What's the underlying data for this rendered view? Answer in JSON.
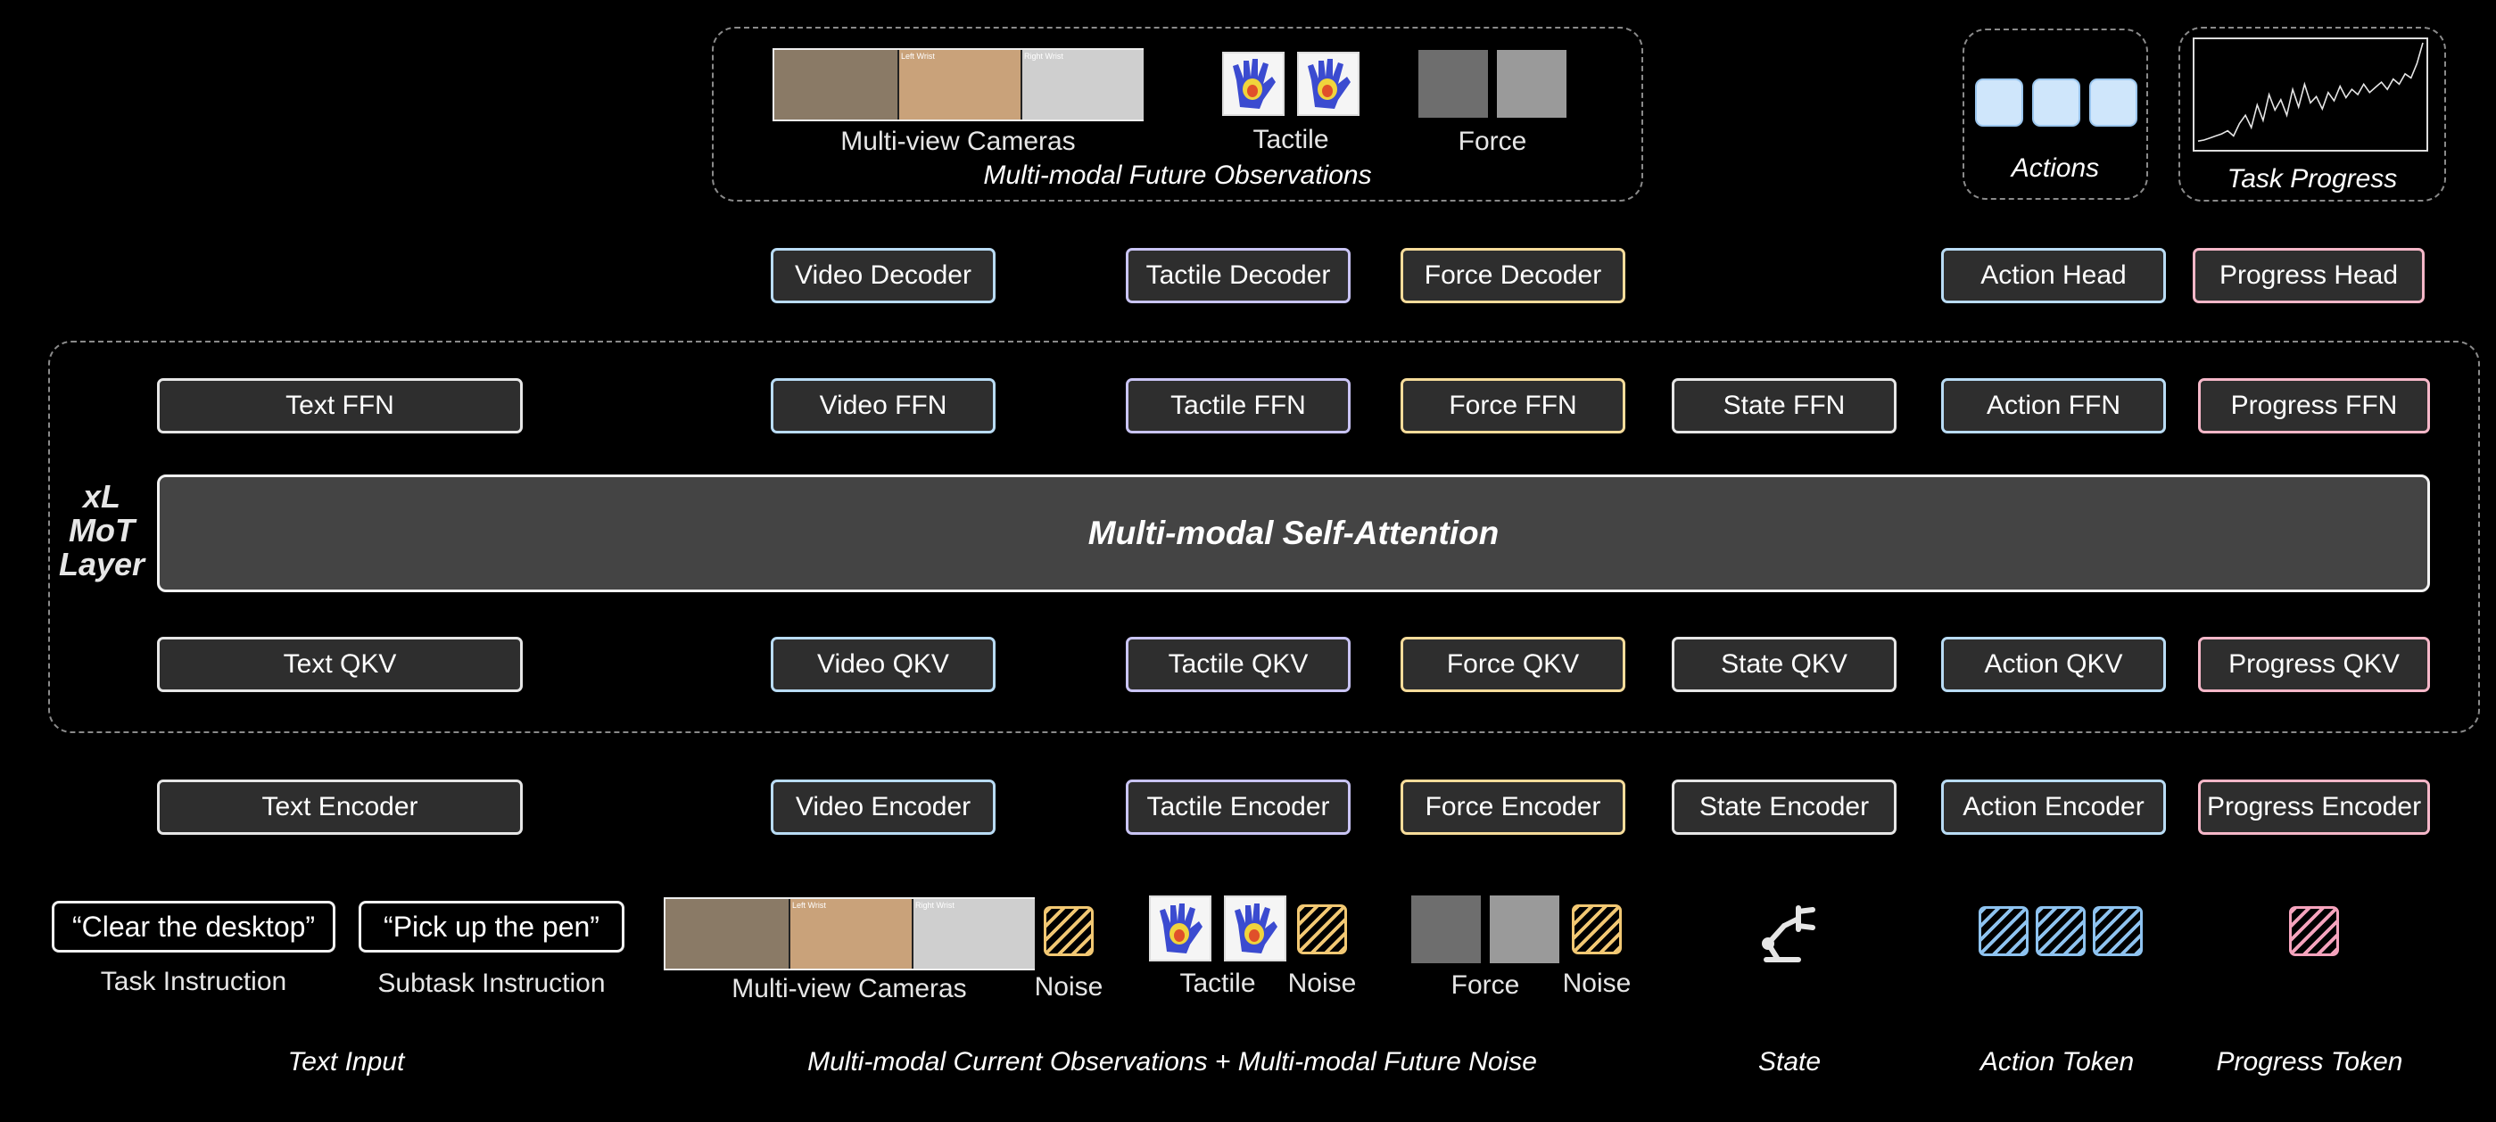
{
  "future_obs": {
    "cameras_label": "Multi-view Cameras",
    "tactile_label": "Tactile",
    "force_label": "Force",
    "caption": "Multi-modal Future Observations",
    "camera_views": [
      "Left Wrist",
      "Right Wrist"
    ]
  },
  "actions_caption": "Actions",
  "progress_caption": "Task Progress",
  "progress_curve": [
    0.05,
    0.06,
    0.08,
    0.1,
    0.12,
    0.15,
    0.1,
    0.22,
    0.3,
    0.18,
    0.4,
    0.25,
    0.5,
    0.35,
    0.45,
    0.3,
    0.55,
    0.38,
    0.6,
    0.42,
    0.48,
    0.36,
    0.52,
    0.44,
    0.58,
    0.47,
    0.55,
    0.5,
    0.6,
    0.52,
    0.57,
    0.62,
    0.55,
    0.65,
    0.6,
    0.7,
    0.66,
    0.8,
    1.0
  ],
  "decoders": {
    "video": "Video Decoder",
    "tactile": "Tactile Decoder",
    "force": "Force Decoder",
    "action": "Action Head",
    "progress": "Progress Head"
  },
  "ffn": {
    "text": "Text FFN",
    "video": "Video FFN",
    "tactile": "Tactile FFN",
    "force": "Force FFN",
    "state": "State FFN",
    "action": "Action FFN",
    "progress": "Progress FFN"
  },
  "layer_label": [
    "xL",
    "MoT",
    "Layer"
  ],
  "attention": "Multi-modal Self-Attention",
  "qkv": {
    "text": "Text QKV",
    "video": "Video QKV",
    "tactile": "Tactile QKV",
    "force": "Force QKV",
    "state": "State QKV",
    "action": "Action QKV",
    "progress": "Progress QKV"
  },
  "encoders": {
    "text": "Text Encoder",
    "video": "Video Encoder",
    "tactile": "Tactile Encoder",
    "force": "Force Encoder",
    "state": "State Encoder",
    "action": "Action Encoder",
    "progress": "Progress Encoder"
  },
  "inputs": {
    "task_instruction_text": "“Clear the desktop”",
    "task_instruction_label": "Task Instruction",
    "subtask_instruction_text": "“Pick up the pen”",
    "subtask_instruction_label": "Subtask Instruction",
    "cameras_label": "Multi-view Cameras",
    "noise_label": "Noise",
    "tactile_label": "Tactile",
    "force_label": "Force"
  },
  "captions": {
    "text_input": "Text Input",
    "current_obs": "Multi-modal Current Observations + Multi-modal Future Noise",
    "state": "State",
    "action_token": "Action Token",
    "progress_token": "Progress Token"
  },
  "colors": {
    "video": "#b9dcf5",
    "tactile": "#c9c4f4",
    "force": "#f6dc9a",
    "action": "#b9dcf5",
    "progress": "#f5b7c8",
    "noise_hatch": "#f2c873",
    "action_hatch": "#8ec3f0",
    "progress_hatch": "#f5a3bd"
  },
  "icons": {
    "state": "robot-arm-icon",
    "hand": "tactile-hand-heatmap-icon"
  }
}
